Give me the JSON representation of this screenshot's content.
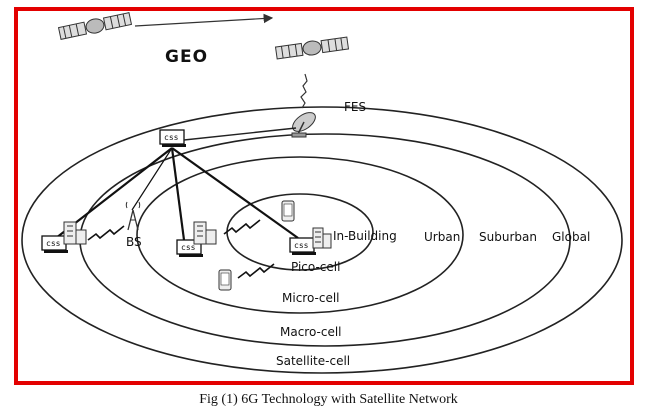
{
  "diagram": {
    "labels": {
      "geo": "GEO",
      "fes": "FES",
      "bs": "BS",
      "in_building": "In-Building",
      "urban": "Urban",
      "suburban": "Suburban",
      "global": "Global",
      "pico_cell": "Pico-cell",
      "micro_cell": "Micro-cell",
      "macro_cell": "Macro-cell",
      "satellite_cell": "Satellite-cell"
    },
    "css_node_label": "css",
    "frame_color": "#e30000"
  },
  "caption": "Fig (1) 6G Technology with Satellite Network"
}
